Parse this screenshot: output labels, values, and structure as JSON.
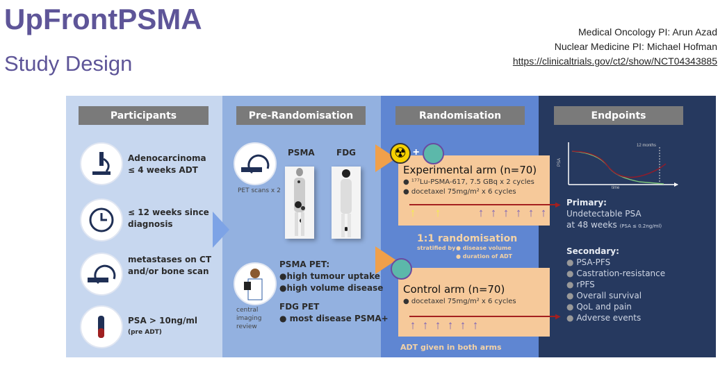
{
  "header": {
    "title": "UpFrontPSMA",
    "subtitle": "Study Design",
    "pi_oncology": "Medical Oncology PI: Arun Azad",
    "pi_nuclear": "Nuclear Medicine PI: Michael Hofman",
    "trial_link": "https://clinicaltrials.gov/ct2/show/NCT04343885"
  },
  "columns": {
    "participants": "Participants",
    "pre_randomisation": "Pre-Randomisation",
    "randomisation": "Randomisation",
    "endpoints": "Endpoints"
  },
  "participants": [
    {
      "line1": "Adenocarcinoma",
      "line2": "≤ 4 weeks ADT",
      "icon": "microscope-icon"
    },
    {
      "line1": "≤ 12 weeks since",
      "line2": "diagnosis",
      "icon": "clock-icon"
    },
    {
      "line1": "metastases on CT",
      "line2": "and/or bone scan",
      "icon": "scanner-icon"
    },
    {
      "line1": "PSA > 10ng/ml",
      "line2": "(pre ADT)",
      "icon": "blood-tube-icon"
    }
  ],
  "pre": {
    "pet_caption": "PET scans x 2",
    "psma_label": "PSMA",
    "fdg_label": "FDG",
    "review_caption": "central imaging review",
    "psma_pet_title": "PSMA PET:",
    "psma_pet_items": [
      "●high tumour uptake",
      "●high volume disease"
    ],
    "fdg_pet_title": "FDG PET",
    "fdg_pet_items": [
      "● most disease PSMA+"
    ]
  },
  "rand": {
    "exp_title": "Experimental arm (n=70)",
    "exp_items": [
      "● ¹⁷⁷Lu-PSMA-617, 7.5 GBq x 2 cycles",
      "● docetaxel 75mg/m² x 6 cycles"
    ],
    "plus": "+",
    "ratio": "1:1 randomisation",
    "stratified": "stratified by",
    "strat_items": [
      "● disease volume",
      "● duration of ADT"
    ],
    "ctrl_title": "Control arm (n=70)",
    "ctrl_items": [
      "● docetaxel 75mg/m² x 6 cycles"
    ],
    "adt_note": "ADT given in both arms",
    "arrow": "↑"
  },
  "endpoints": {
    "chart_ylabel": "PSA",
    "chart_xlabel": "time",
    "chart_marker": "12 months",
    "primary_title": "Primary:",
    "primary_line1": "Undetectable PSA",
    "primary_line2": "at 48 weeks",
    "primary_note": "(PSA ≤ 0.2ng/ml)",
    "secondary_title": "Secondary:",
    "secondary_items": [
      "PSA-PFS",
      "Castration-resistance",
      "rPFS",
      "Overall survival",
      "QoL and pain",
      "Adverse events"
    ]
  },
  "colors": {
    "title": "#5e5598",
    "col1": "#c7d7ef",
    "col2": "#93b1e0",
    "col3": "#5f86d2",
    "col4": "#26395f",
    "arm": "#f6c99a"
  }
}
